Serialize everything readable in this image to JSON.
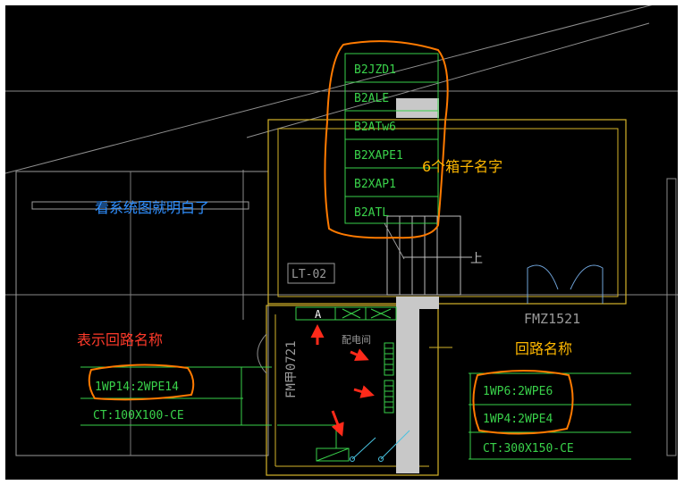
{
  "box_names": [
    "B2JZD1",
    "B2ALE",
    "B2ATw6",
    "B2XAPE1",
    "B2XAP1",
    "B2ATL"
  ],
  "labels": {
    "lt02": "LT-02",
    "fm_yi": "FMZ1521",
    "fm_jia": "FM甲0721",
    "pdj": "配电间",
    "shang": "上",
    "panel_a": "A"
  },
  "circuits_left": {
    "line1": "1WP14:2WPE14",
    "tray": "CT:100X100-CE"
  },
  "circuits_right": {
    "line1": "1WP6:2WPE6",
    "line2": "1WP4:2WPE4",
    "tray": "CT:300X150-CE"
  },
  "annotations": {
    "six_boxes": "6个箱子名字",
    "see_system": "看系统图就明白了",
    "loop_name_left": "表示回路名称",
    "loop_name_right": "回路名称"
  },
  "colors": {
    "background": "#000000",
    "wall_yellow": "#d4b32a",
    "cad_green": "#39d14a",
    "cad_gray": "#9a9a9a",
    "annot_orange": "#ff7a00",
    "annot_blue": "#2f8fff",
    "annot_red": "#ff3a2a",
    "annot_gold": "#ffb800"
  }
}
